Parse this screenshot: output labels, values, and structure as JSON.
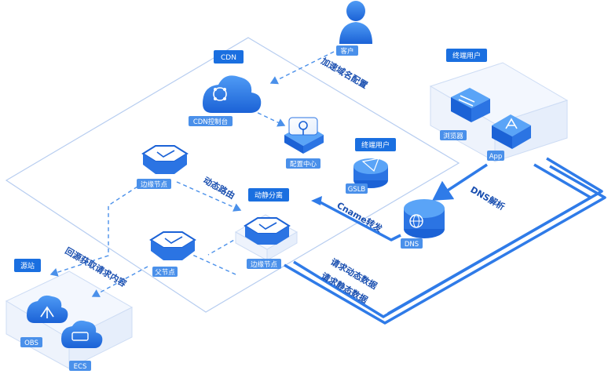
{
  "tags": {
    "cdn": "CDN",
    "end_user_right": "终端用户",
    "end_user_mid": "终端用户",
    "dynamic_static": "动静分离",
    "origin": "源站"
  },
  "nodes": {
    "client": "客户",
    "cdn_console": "CDN控制台",
    "config_center": "配置中心",
    "gslb": "GSLB",
    "edge_node_top": "边缘节点",
    "edge_node_main": "边缘节点",
    "parent_node": "父节点",
    "dns": "DNS",
    "browser": "浏览器",
    "app": "App",
    "obs": "OBS",
    "ecs": "ECS"
  },
  "flows": {
    "domain_config": "加速域名配置",
    "dynamic_routing": "动态路由",
    "dns_resolve": "DNS解析",
    "cname": "Cname转发",
    "request_dynamic": "请求动态数据",
    "request_static": "请求静态数据",
    "fetch_origin": "回源获取请求内容"
  },
  "colors": {
    "primary": "#1a6fe0",
    "light_blue": "#4a90ea",
    "pale": "#d8e6fb",
    "outline": "#b7cdf0"
  }
}
